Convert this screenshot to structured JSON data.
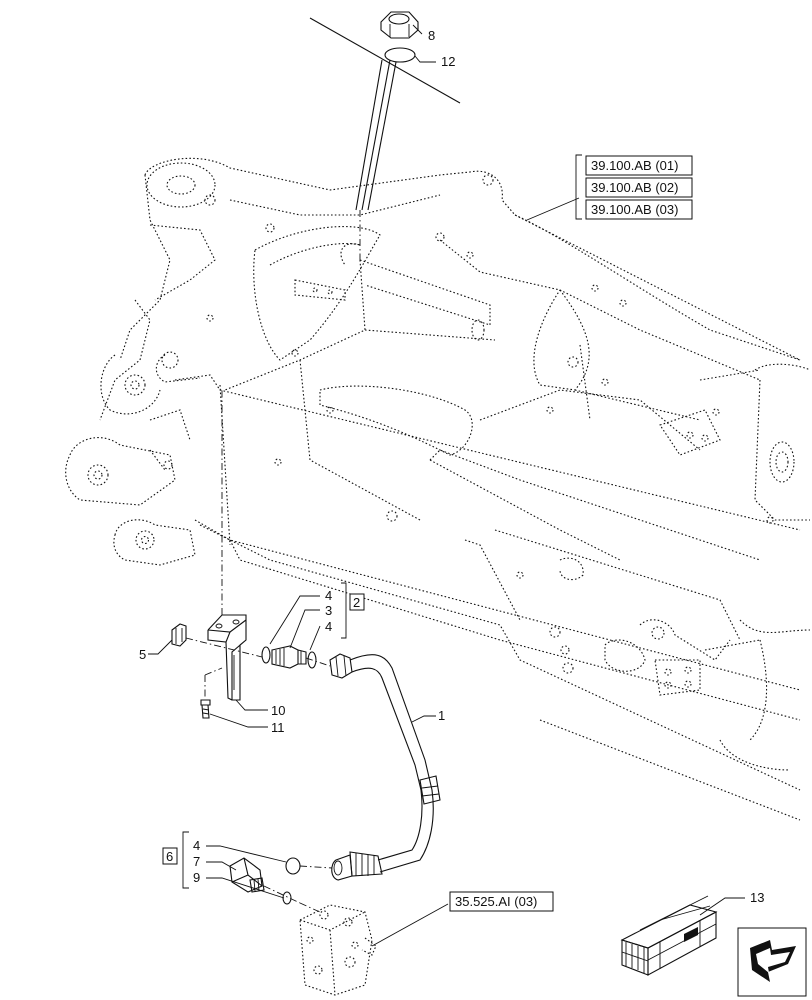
{
  "callouts": {
    "c1": "1",
    "c2": "2",
    "c3": "3",
    "c4a": "4",
    "c4b": "4",
    "c4c": "4",
    "c5": "5",
    "c6": "6",
    "c7": "7",
    "c8": "8",
    "c9": "9",
    "c10": "10",
    "c11": "11",
    "c12": "12",
    "c13": "13"
  },
  "references": {
    "ref1": "39.100.AB (01)",
    "ref2": "39.100.AB (02)",
    "ref3": "39.100.AB (03)",
    "ref4": "35.525.AI (03)"
  },
  "icons": {
    "kit": "parts-kit-box-icon",
    "nav": "next-view-arrow-icon"
  }
}
